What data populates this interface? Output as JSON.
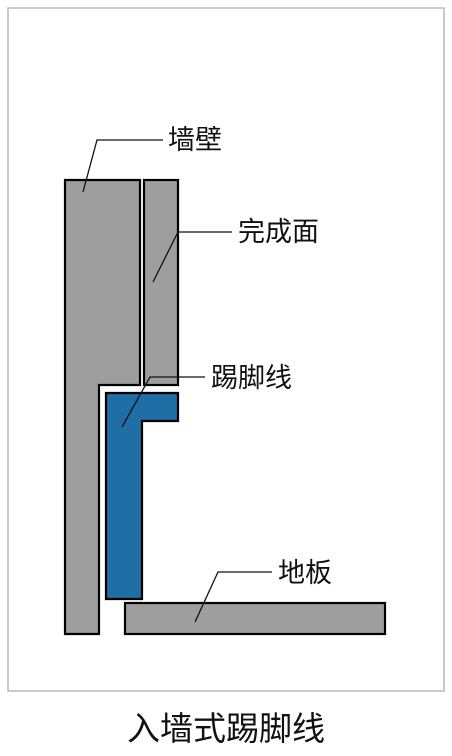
{
  "labels": {
    "wall": "墙壁",
    "finish_surface": "完成面",
    "skirting": "踢脚线",
    "floor": "地板"
  },
  "caption": "入墙式踢脚线",
  "colors": {
    "wall": "#9e9e9e",
    "finish_layer": "#9e9e9e",
    "skirting": "#1f6ea5",
    "floor": "#9e9e9e",
    "frame": "#b9b9b9",
    "background": "#ffffff"
  }
}
